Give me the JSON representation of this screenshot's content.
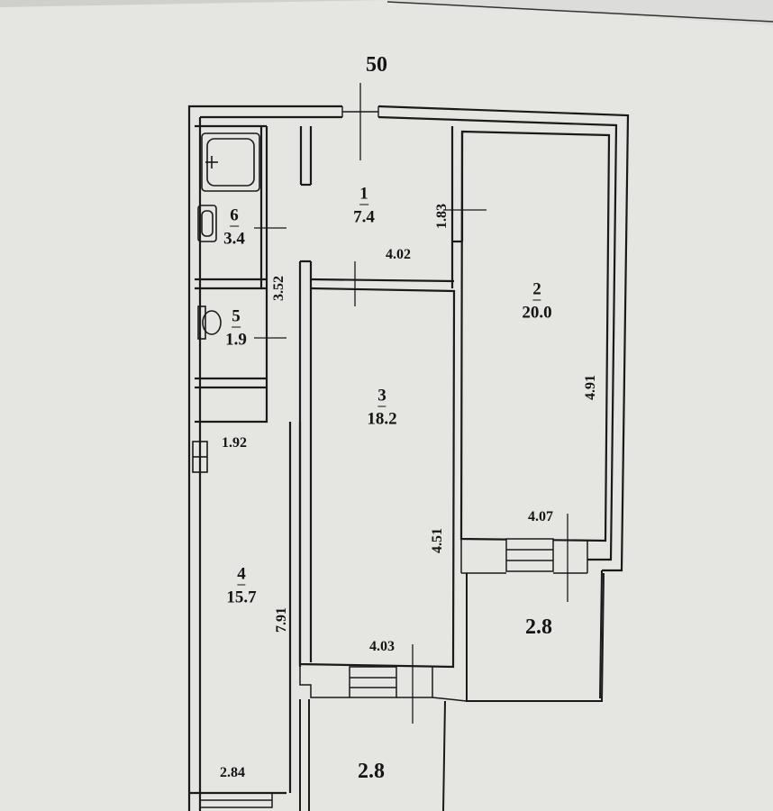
{
  "header": {
    "axis_mark": "50"
  },
  "rooms": [
    {
      "id": "1",
      "number": "1",
      "area": "7.4"
    },
    {
      "id": "2",
      "number": "2",
      "area": "20.0"
    },
    {
      "id": "3",
      "number": "3",
      "area": "18.2"
    },
    {
      "id": "4",
      "number": "4",
      "area": "15.7"
    },
    {
      "id": "5",
      "number": "5",
      "area": "1.9"
    },
    {
      "id": "6",
      "number": "6",
      "area": "3.4"
    }
  ],
  "balconies": [
    {
      "id": "balcony-right",
      "area": "2.8"
    },
    {
      "id": "balcony-bottom",
      "area": "2.8"
    }
  ],
  "dimensions": {
    "hall_width": "4.02",
    "hall_height": "1.83",
    "bath_height": "3.52",
    "room2_height": "4.91",
    "room2_width": "4.07",
    "room3_height": "4.51",
    "room3_width": "4.03",
    "corridor_width": "1.92",
    "kitchen_height": "7.91",
    "kitchen_width": "2.84"
  },
  "colors": {
    "paper": "#e6e6e3",
    "line": "#1a1a1a"
  }
}
